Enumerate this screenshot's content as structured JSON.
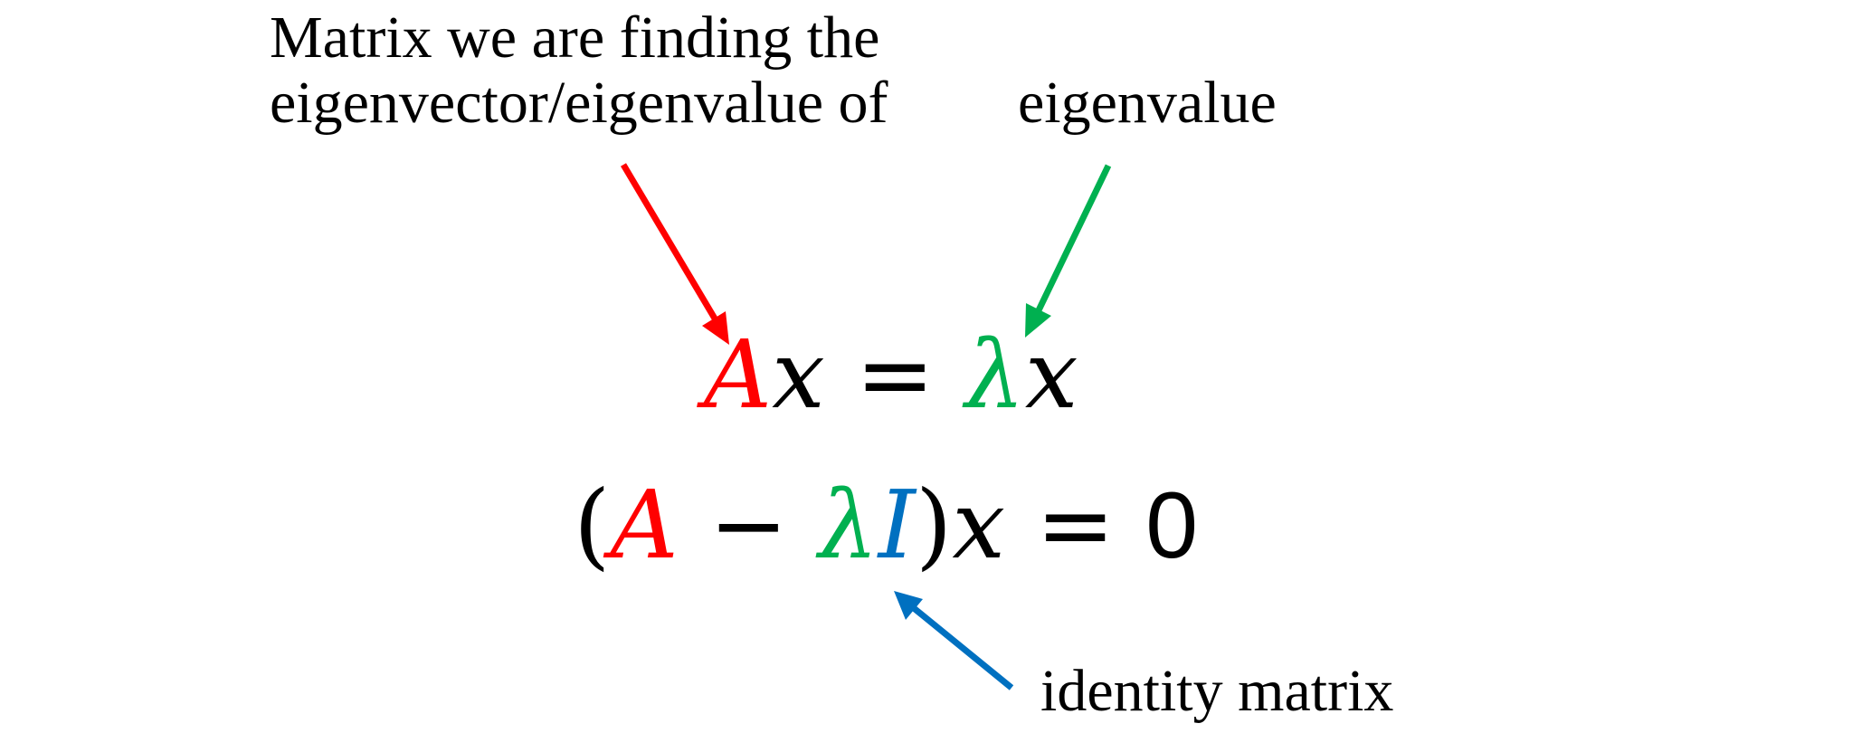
{
  "labels": {
    "matrix_line1": "Matrix we are finding the",
    "matrix_line2": "eigenvector/eigenvalue of",
    "eigenvalue": "eigenvalue",
    "identity": "identity matrix"
  },
  "equation1": {
    "A": "A",
    "x1": "x",
    "equals": "=",
    "lambda": "λ",
    "x2": "x"
  },
  "equation2": {
    "open_paren": "(",
    "A": "A",
    "minus": "−",
    "lambda": "λ",
    "I": "I",
    "close_paren": ")",
    "x": "x",
    "equals": "=",
    "zero": "0"
  },
  "colors": {
    "matrix": "#FF0000",
    "eigenvalue": "#00B050",
    "identity": "#0070C0",
    "text": "#000000"
  }
}
